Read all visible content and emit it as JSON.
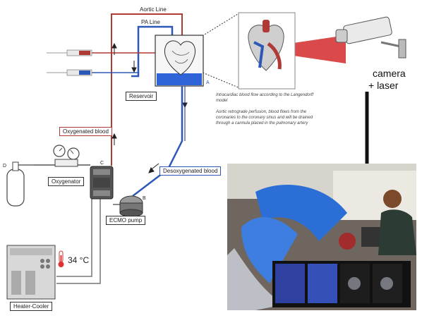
{
  "labels": {
    "aortic_line": "Aortic Line",
    "pa_line": "PA Line",
    "reservoir": "Reservoir",
    "marker_a": "A",
    "marker_b": "B",
    "marker_c": "C",
    "marker_d": "D",
    "oxygenated_blood": "Oxygenated blood",
    "desoxygenated_blood": "Desoxygenated blood",
    "oxygenator": "Oxygenator",
    "ecmo_pump": "ECMO pump",
    "temperature": "34 °C",
    "heater_cooler": "Heater-Cooler",
    "camera_line1": "camera",
    "camera_line2": "+ laser"
  },
  "notes": {
    "intracardiac_title": "Intracardiac blood flow according to the Langendorff model",
    "intracardiac_body": "Aortic retrograde perfusion, blood flows from the coronaries to the coronary sinus and will be drained through a cannula placed in the pulmonary artery"
  },
  "colors": {
    "oxygenated": "#b03a35",
    "deoxygenated": "#2e58b8",
    "laser": "#d42a2a",
    "tubing_gray": "#8a8a8a",
    "reservoir_fill": "#2f63d8"
  },
  "icons": [
    "heart-icon",
    "camera-icon",
    "thermometer-icon",
    "gas-cylinder-icon",
    "syringe-icon",
    "pressure-gauge-icon"
  ]
}
